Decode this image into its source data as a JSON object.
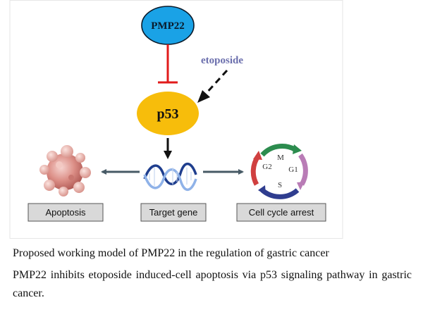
{
  "diagram": {
    "nodes": {
      "pmp22": "PMP22",
      "p53": "p53",
      "etoposide": "etoposide",
      "apoptosis": "Apoptosis",
      "target_gene": "Target gene",
      "cell_cycle_arrest": "Cell cycle arrest"
    },
    "cell_cycle_phases": {
      "m": "M",
      "g1": "G1",
      "s": "S",
      "g2": "G2"
    },
    "colors": {
      "pmp22_fill": "#1aa2e6",
      "p53_fill": "#f7bd0b",
      "inhibit_line": "#e11b1b",
      "etoposide_text": "#6b6fad",
      "label_box_fill": "#d9d9d9",
      "connector": "#475a66"
    }
  },
  "caption": {
    "line1": "Proposed working model of PMP22 in the regulation of gastric cancer",
    "line2": "PMP22 inhibits etoposide induced-cell apoptosis via p53 signaling pathway in gastric cancer."
  }
}
